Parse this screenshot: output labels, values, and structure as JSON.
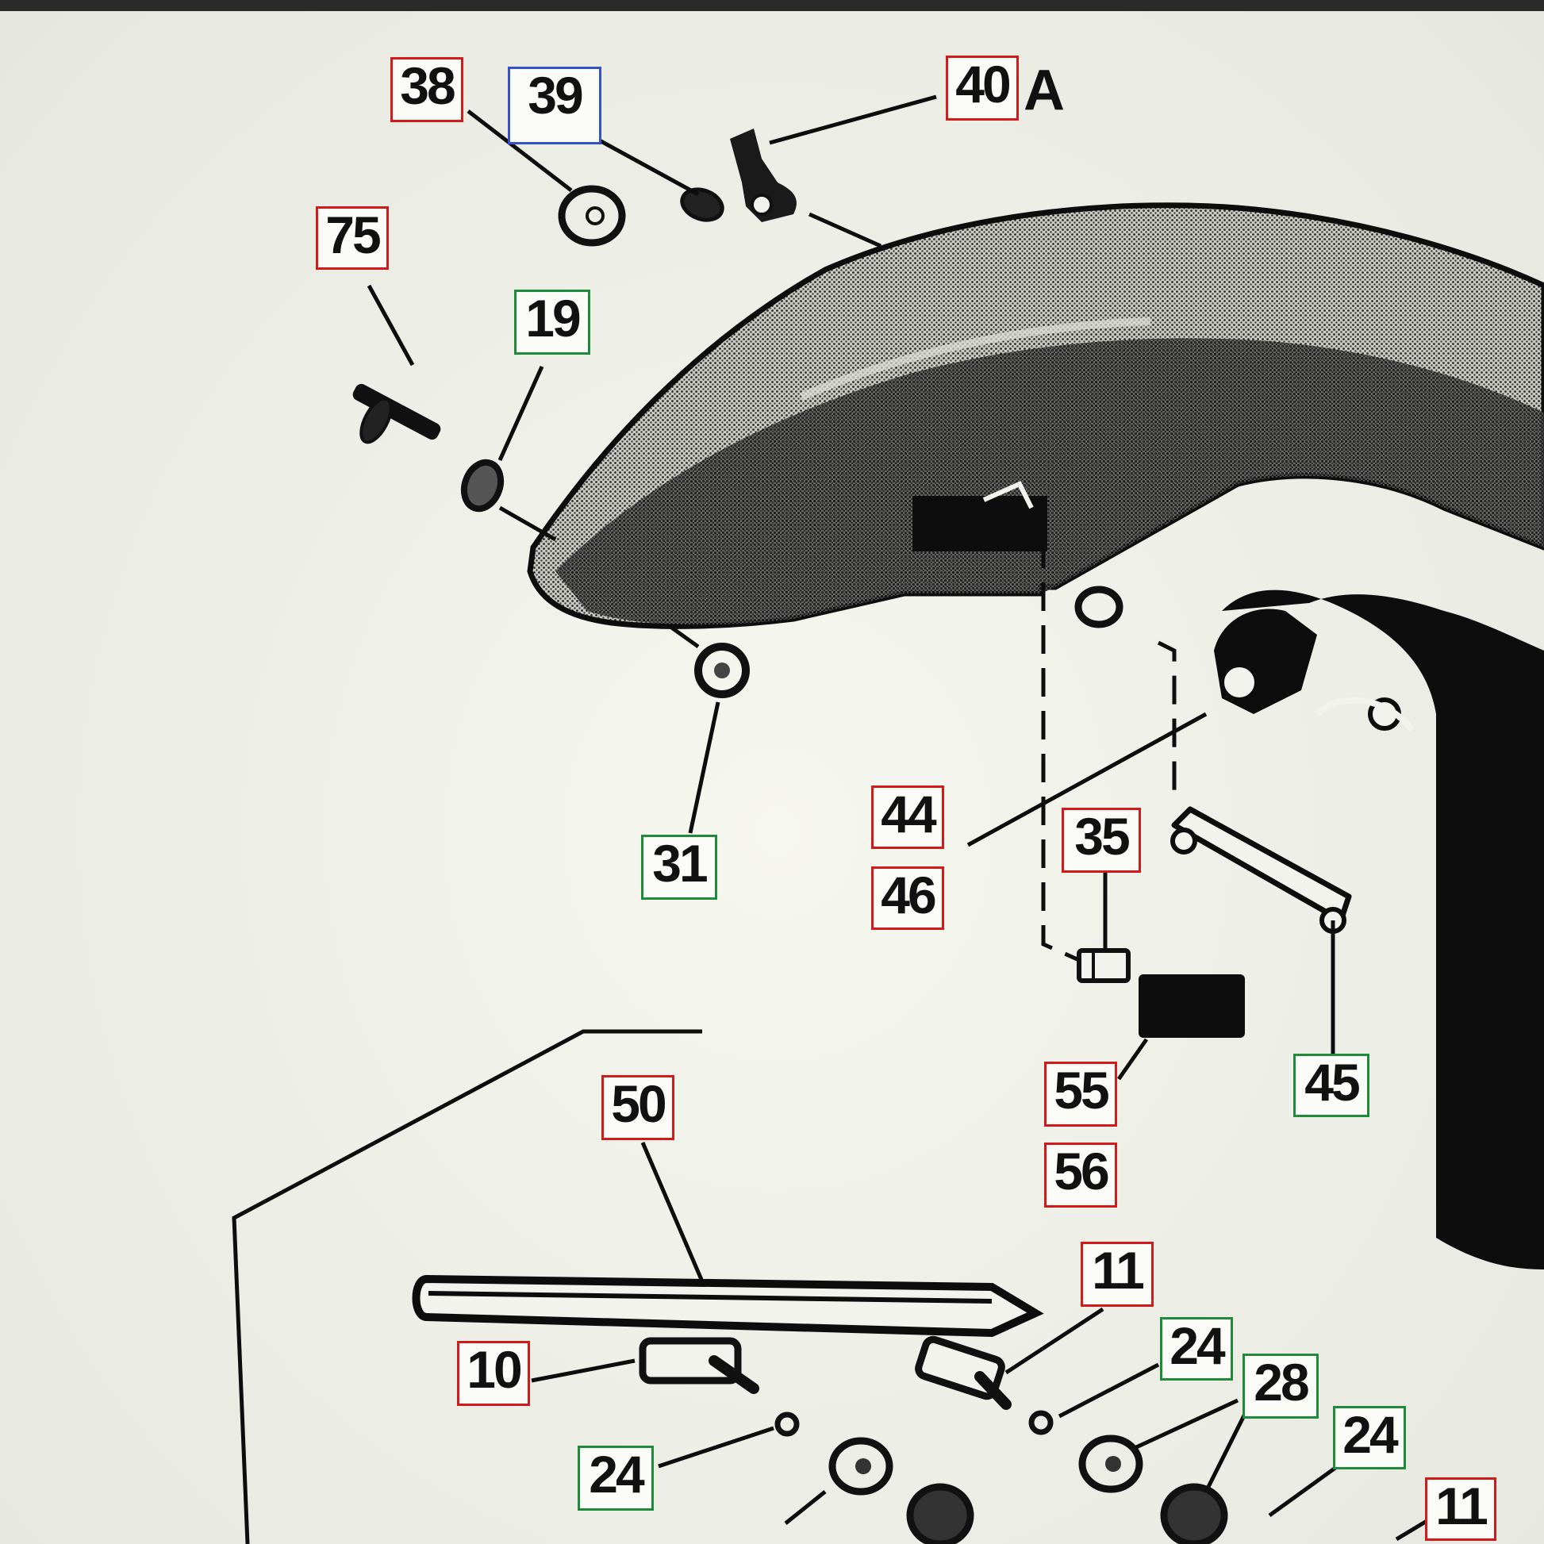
{
  "callouts": [
    {
      "id": "c38",
      "label": "38",
      "color": "red"
    },
    {
      "id": "c39",
      "label": "39",
      "color": "blue"
    },
    {
      "id": "c40",
      "label": "40",
      "color": "red"
    },
    {
      "id": "c75",
      "label": "75",
      "color": "red"
    },
    {
      "id": "c19",
      "label": "19",
      "color": "green"
    },
    {
      "id": "c31",
      "label": "31",
      "color": "green"
    },
    {
      "id": "c44",
      "label": "44",
      "color": "red"
    },
    {
      "id": "c46",
      "label": "46",
      "color": "red"
    },
    {
      "id": "c35",
      "label": "35",
      "color": "red"
    },
    {
      "id": "c45",
      "label": "45",
      "color": "green"
    },
    {
      "id": "c55",
      "label": "55",
      "color": "red"
    },
    {
      "id": "c56",
      "label": "56",
      "color": "red"
    },
    {
      "id": "c50",
      "label": "50",
      "color": "red"
    },
    {
      "id": "c11a",
      "label": "11",
      "color": "red"
    },
    {
      "id": "c10",
      "label": "10",
      "color": "red"
    },
    {
      "id": "c24a",
      "label": "24",
      "color": "green"
    },
    {
      "id": "c28",
      "label": "28",
      "color": "green"
    },
    {
      "id": "c24b",
      "label": "24",
      "color": "green"
    },
    {
      "id": "c24c",
      "label": "24",
      "color": "green"
    },
    {
      "id": "c11b",
      "label": "11",
      "color": "red"
    }
  ],
  "suffix_40": "A",
  "colors": {
    "red": "#d11a1a",
    "green": "#1f8a3a",
    "blue": "#3552c9",
    "ink": "#111111"
  }
}
